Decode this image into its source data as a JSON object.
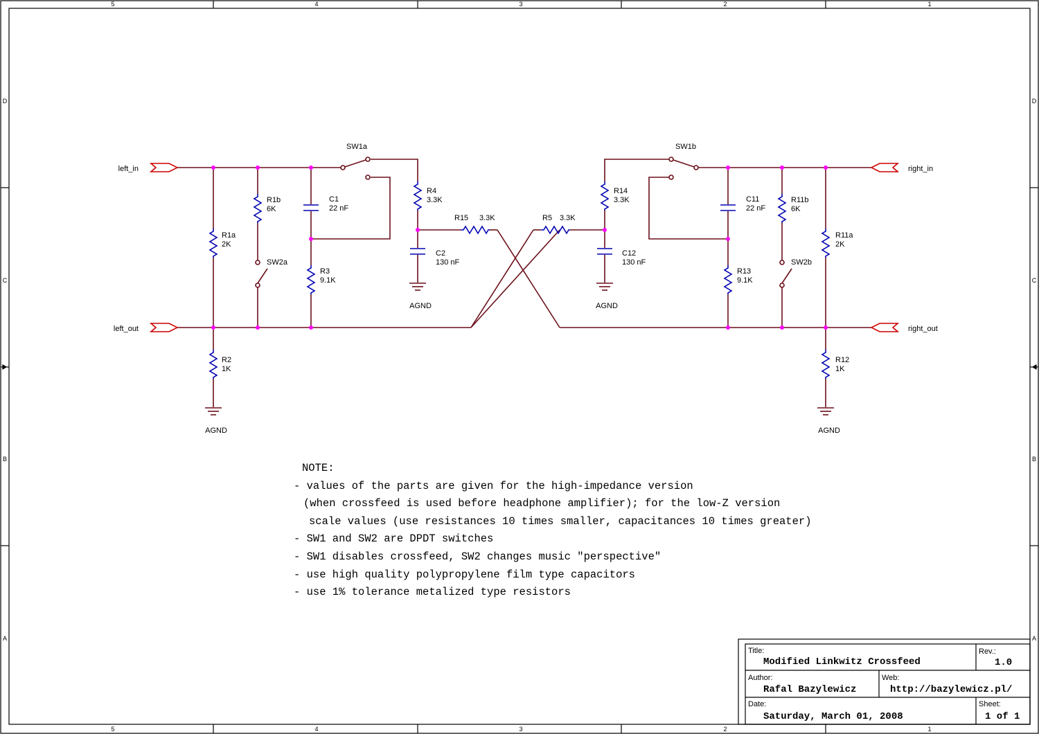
{
  "border": {
    "columns": [
      "5",
      "4",
      "3",
      "2",
      "1"
    ],
    "rows": [
      "D",
      "C",
      "B",
      "A"
    ]
  },
  "ports": {
    "left_in": "left_in",
    "left_out": "left_out",
    "right_in": "right_in",
    "right_out": "right_out"
  },
  "ground_label": "AGND",
  "parts": {
    "R1a": {
      "ref": "R1a",
      "value": "2K"
    },
    "R1b": {
      "ref": "R1b",
      "value": "6K"
    },
    "C1": {
      "ref": "C1",
      "value": "22 nF"
    },
    "R3": {
      "ref": "R3",
      "value": "9.1K"
    },
    "R4": {
      "ref": "R4",
      "value": "3.3K"
    },
    "C2": {
      "ref": "C2",
      "value": "130 nF"
    },
    "R15": {
      "ref": "R15",
      "value": "3.3K"
    },
    "R5": {
      "ref": "R5",
      "value": "3.3K"
    },
    "R14": {
      "ref": "R14",
      "value": "3.3K"
    },
    "C12": {
      "ref": "C12",
      "value": "130 nF"
    },
    "C11": {
      "ref": "C11",
      "value": "22 nF"
    },
    "R13": {
      "ref": "R13",
      "value": "9.1K"
    },
    "R11b": {
      "ref": "R11b",
      "value": "6K"
    },
    "R11a": {
      "ref": "R11a",
      "value": "2K"
    },
    "R2": {
      "ref": "R2",
      "value": "1K"
    },
    "R12": {
      "ref": "R12",
      "value": "1K"
    },
    "SW1a": {
      "ref": "SW1a"
    },
    "SW1b": {
      "ref": "SW1b"
    },
    "SW2a": {
      "ref": "SW2a"
    },
    "SW2b": {
      "ref": "SW2b"
    }
  },
  "note": {
    "heading": "NOTE:",
    "lines": [
      "- values of the parts are given for the high-impedance version",
      "(when crossfeed is used before headphone amplifier); for the low-Z version",
      "scale values (use resistances 10 times smaller, capacitances 10 times greater)",
      "- SW1 and SW2 are DPDT switches",
      "- SW1 disables crossfeed, SW2 changes music \"perspective\"",
      "- use high quality polypropylene film type capacitors",
      "- use 1% tolerance metalized type resistors"
    ]
  },
  "title_block": {
    "title_label": "Title:",
    "title": "Modified Linkwitz Crossfeed",
    "rev_label": "Rev.:",
    "rev": "1.0",
    "author_label": "Author:",
    "author": "Rafal Bazylewicz",
    "web_label": "Web:",
    "web": "http://bazylewicz.pl/",
    "date_label": "Date:",
    "date": "Saturday, March 01, 2008",
    "sheet_label": "Sheet:",
    "sheet": "1 of 1"
  },
  "colors": {
    "wire": "#6b0f1a",
    "capacitor": "#0000b0",
    "port": "#cc0000",
    "junction": "#ff00ff"
  }
}
